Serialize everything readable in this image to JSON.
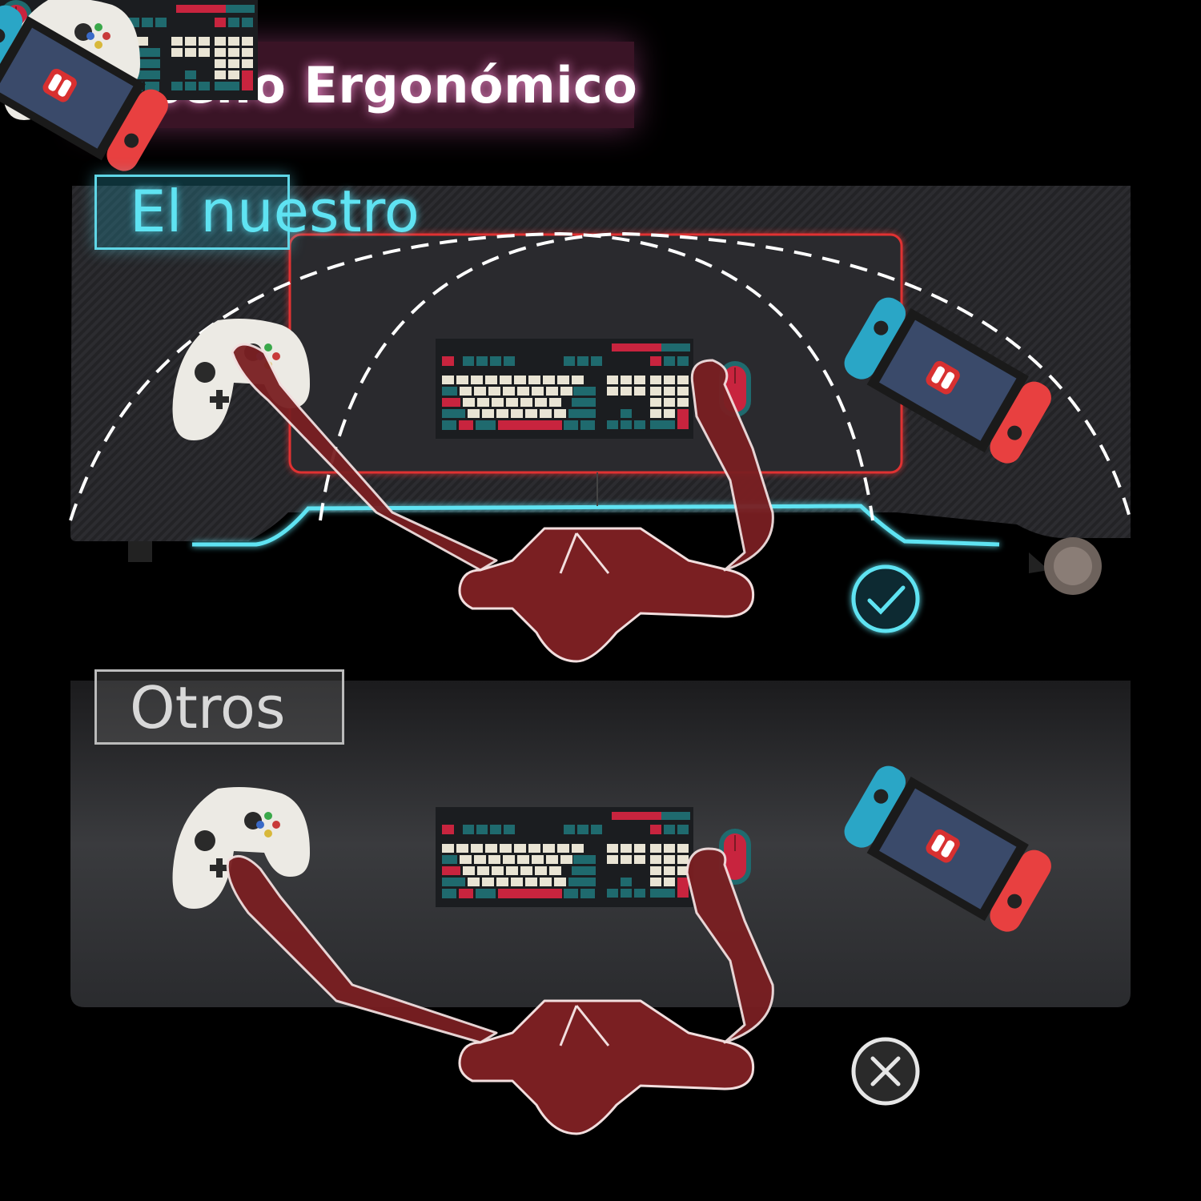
{
  "title": "Diseño Ergonómico",
  "comparison": {
    "ours": {
      "label": "El nuestro",
      "verdict": "check-icon"
    },
    "others": {
      "label": "Otros",
      "verdict": "cross-icon"
    }
  },
  "devices": {
    "console_brand": "NINTENDO",
    "console_model": "SWITCH"
  },
  "colors": {
    "accent_cyan": "#5fe3f2",
    "title_bg": "#3a1426",
    "arm_red": "#7a1f22",
    "mat_red": "#d32a2a"
  }
}
